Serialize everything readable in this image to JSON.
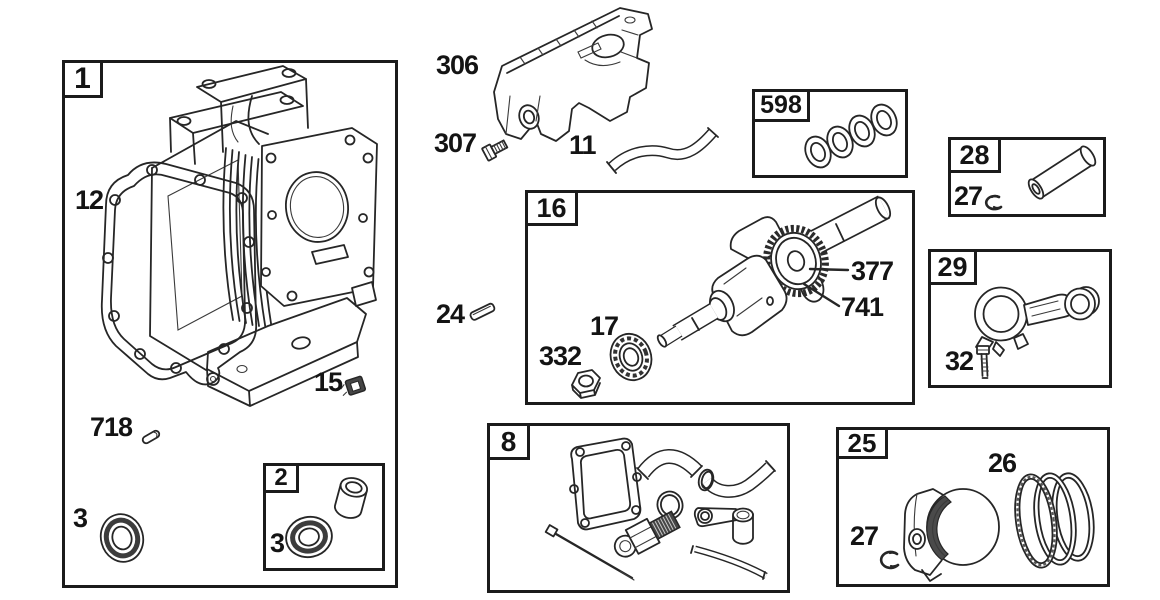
{
  "diagram": {
    "type": "exploded-engine-parts-diagram",
    "colors": {
      "ink": "#262626",
      "paper": "#ffffff"
    },
    "groups": {
      "g1": "1",
      "g2": "2",
      "g8": "8",
      "g16": "16",
      "g25": "25",
      "g28": "28",
      "g29": "29",
      "g598": "598"
    },
    "callouts": {
      "crankcase_gasket": "12",
      "dowel_pin": "718",
      "oil_seal": "3",
      "seal_kit_oil_seal": "3",
      "drain_plug": "15",
      "heat_shield": "306",
      "shield_bolt": "307",
      "breather_hose": "11",
      "crankshaft_key": "24",
      "hex_nut": "332",
      "ball_bearing": "17",
      "timing_gear": "377",
      "gear_assembly": "741",
      "pin_retainer": "27",
      "rod_screw": "32",
      "ring_set": "26",
      "piston_retainer": "27"
    }
  }
}
